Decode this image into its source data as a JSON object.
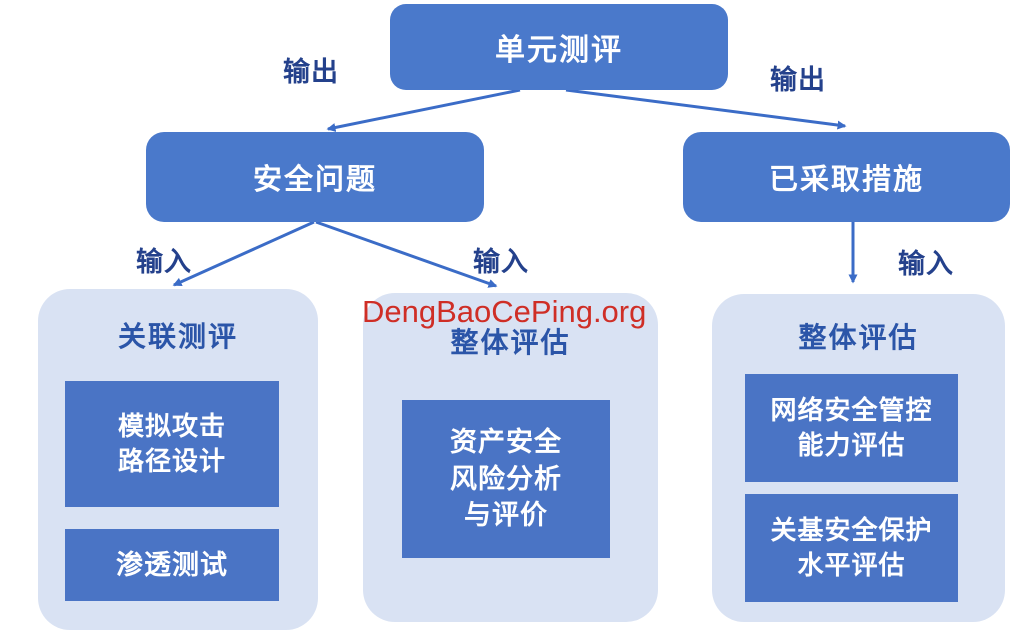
{
  "diagram": {
    "watermark": "DengBaoCePing.org",
    "colors": {
      "node_fill": "#4a79cb",
      "subnode_fill": "#4a74c5",
      "group_fill": "#d9e2f3",
      "arrow": "#3b6cc7",
      "edge_label_text": "#24418c",
      "group_title_text": "#2b55a8",
      "node_text": "#ffffff",
      "watermark_text": "#cf2e26"
    },
    "nodes": {
      "top": {
        "label": "单元测评"
      },
      "left": {
        "label": "安全问题"
      },
      "right": {
        "label": "已采取措施"
      }
    },
    "edge_labels": {
      "output_left": "输出",
      "output_right": "输出",
      "input_left": "输入",
      "input_mid": "输入",
      "input_right": "输入"
    },
    "groups": [
      {
        "title": "关联测评",
        "items": [
          {
            "lines": [
              "模拟攻击",
              "路径设计"
            ]
          },
          {
            "lines": [
              "渗透测试"
            ]
          }
        ]
      },
      {
        "title": "整体评估",
        "items": [
          {
            "lines": [
              "资产安全",
              "风险分析",
              "与评价"
            ]
          }
        ]
      },
      {
        "title": "整体评估",
        "items": [
          {
            "lines": [
              "网络安全管控",
              "能力评估"
            ]
          },
          {
            "lines": [
              "关基安全保护",
              "水平评估"
            ]
          }
        ]
      }
    ]
  }
}
